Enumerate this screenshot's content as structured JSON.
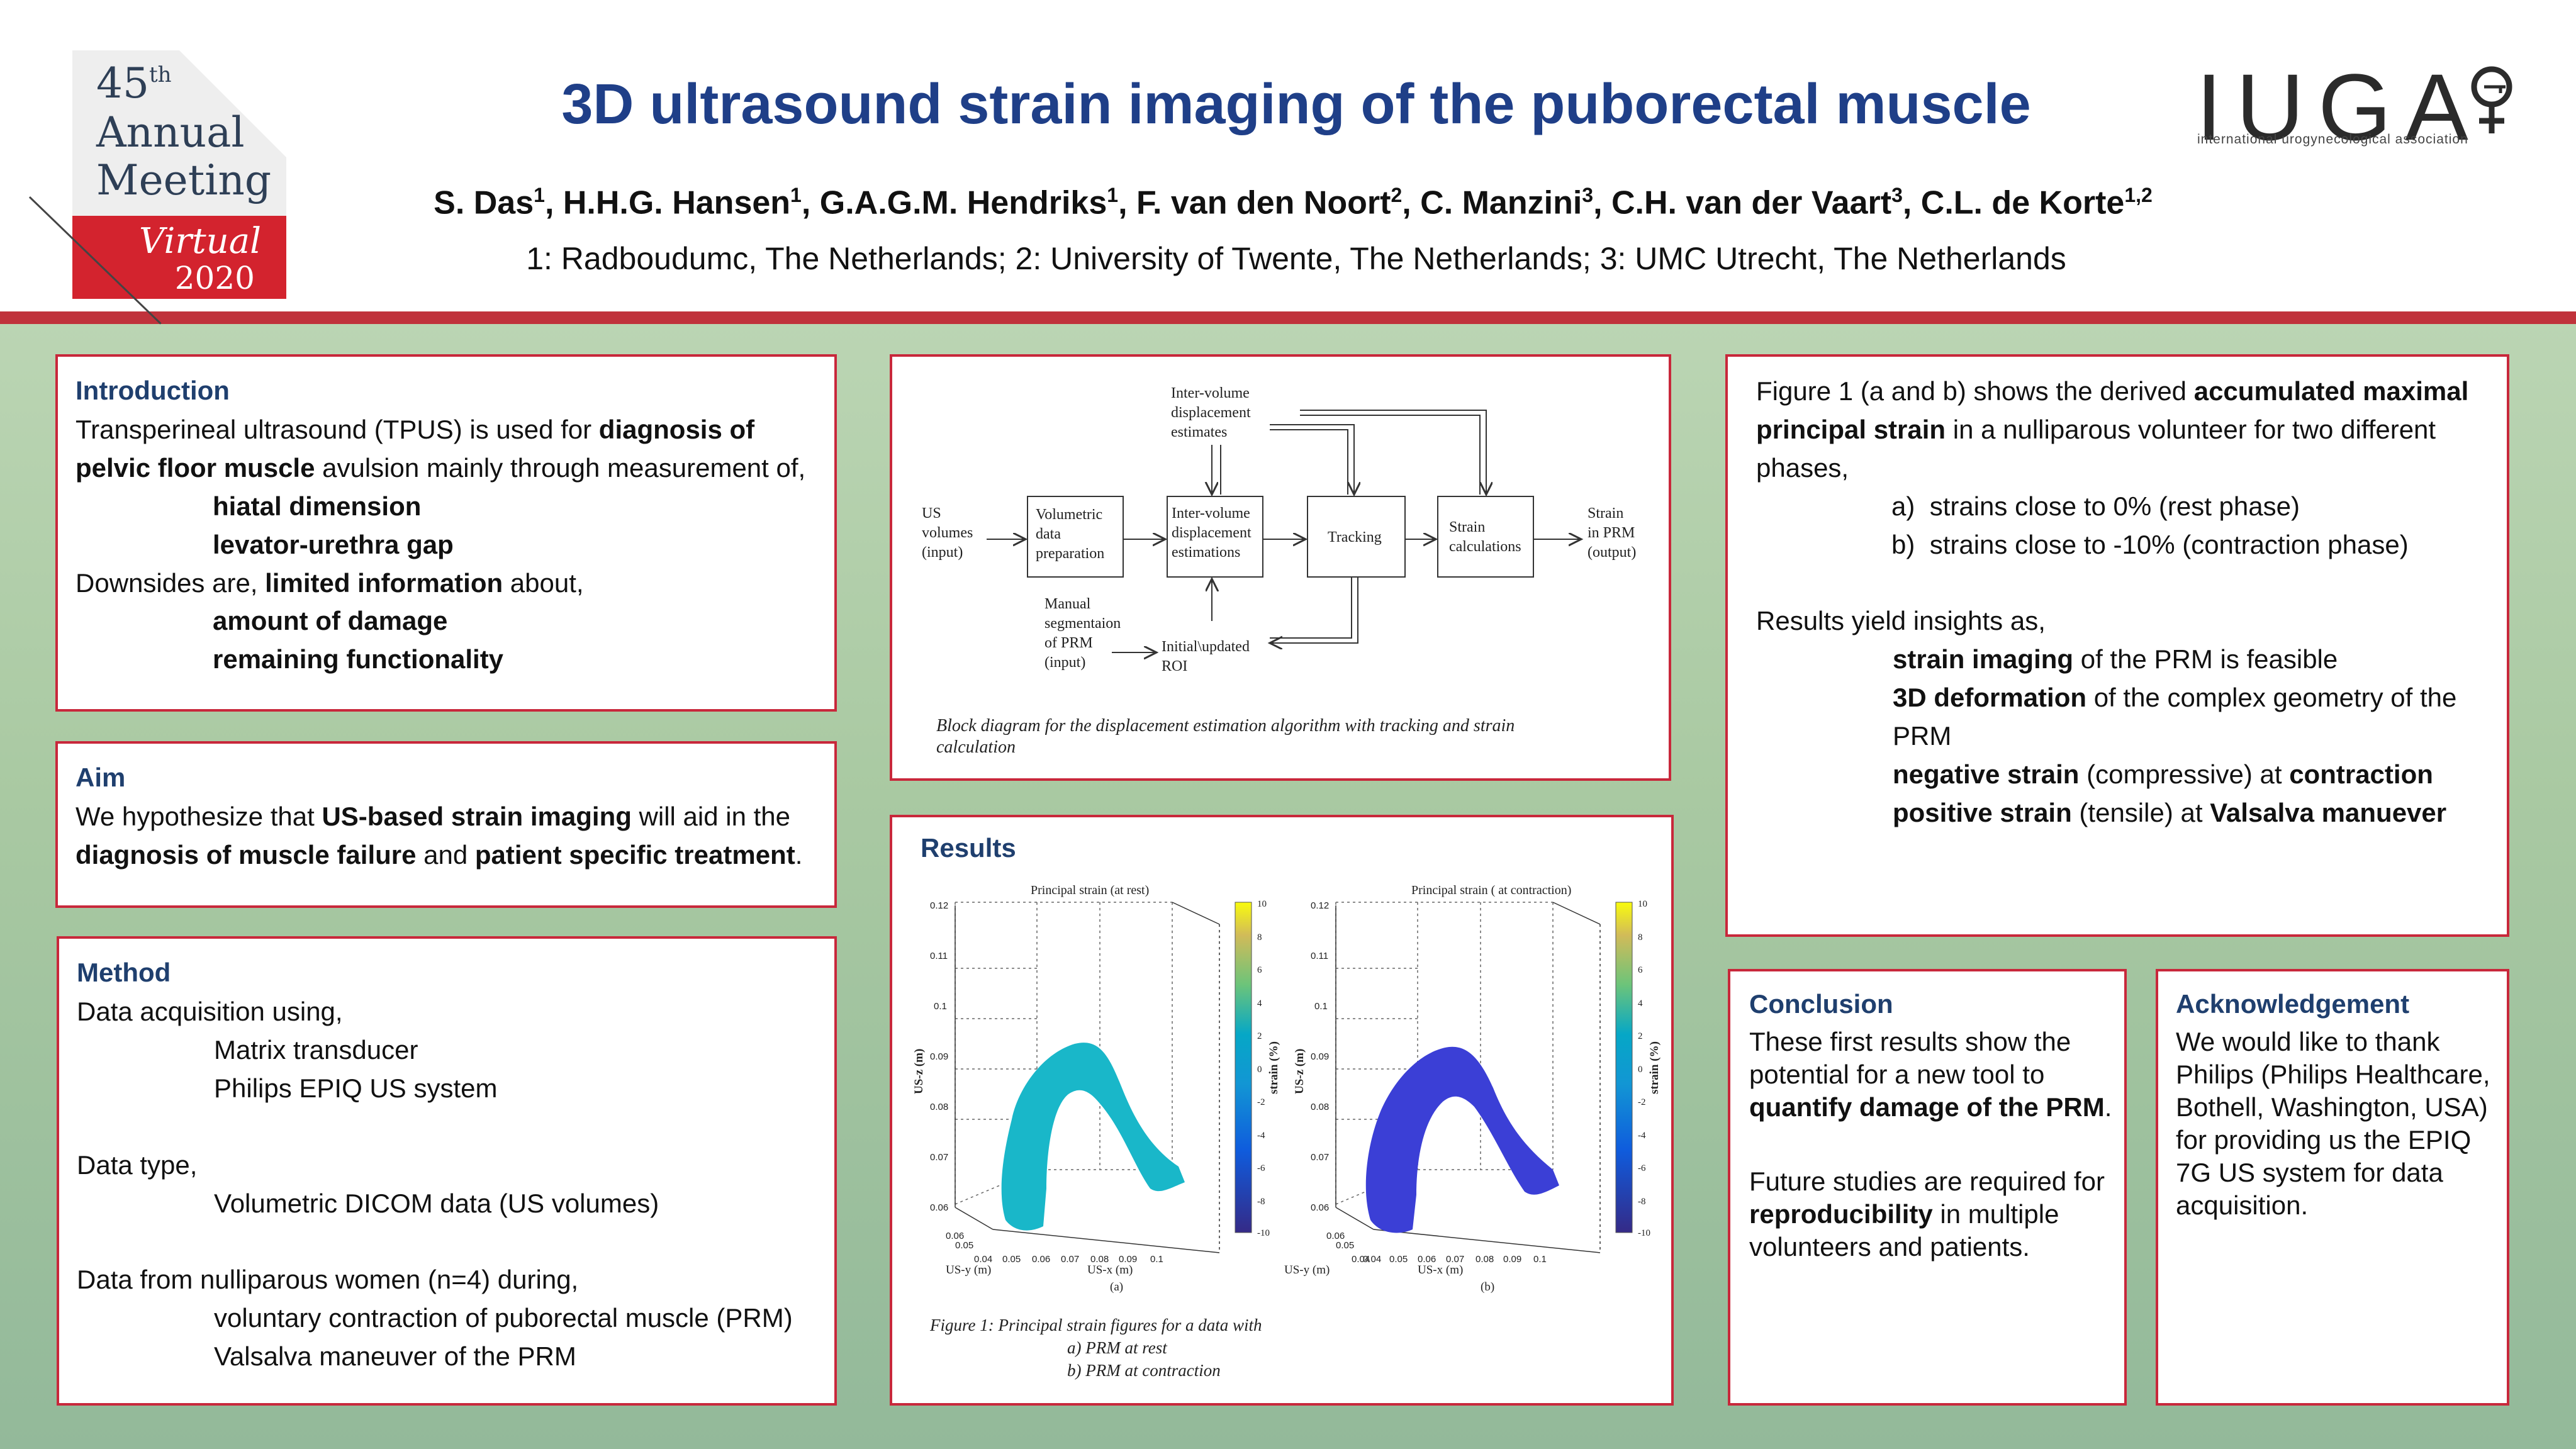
{
  "conference": {
    "number": "45",
    "ordinal": "th",
    "line2": "Annual",
    "line3": "Meeting",
    "virtual": "Virtual",
    "year": "2020"
  },
  "title": "3D ultrasound strain imaging of the puborectal muscle",
  "authors": [
    {
      "name": "S. Das",
      "aff": "1"
    },
    {
      "name": "H.H.G. Hansen",
      "aff": "1"
    },
    {
      "name": "G.A.G.M. Hendriks",
      "aff": "1"
    },
    {
      "name": "F. van den Noort",
      "aff": "2"
    },
    {
      "name": "C. Manzini",
      "aff": "3"
    },
    {
      "name": "C.H. van der Vaart",
      "aff": "3"
    },
    {
      "name": "C.L. de Korte",
      "aff": "1,2"
    }
  ],
  "affiliations": "1: Radboudumc, The Netherlands; 2: University of Twente, The Netherlands; 3: UMC Utrecht, The Netherlands",
  "iuga": {
    "word": "IUGA",
    "subtitle": "international urogynecological association"
  },
  "introduction": {
    "heading": "Introduction",
    "p1a": "Transperineal ultrasound (TPUS) is used for ",
    "p1b": "diagnosis of pelvic floor muscle",
    "p1c": " avulsion mainly through measurement of,",
    "b1": "hiatal dimension",
    "b2": "levator-urethra gap",
    "p2a": "Downsides are, ",
    "p2b": "limited information",
    "p2c": " about,",
    "b3": "amount of damage",
    "b4": "remaining functionality"
  },
  "aim": {
    "heading": "Aim",
    "a": "We hypothesize that ",
    "b": "US-based strain imaging",
    "c": " will aid in the ",
    "d": "diagnosis of muscle failure",
    "e": " and ",
    "f": "patient specific treatment",
    "g": "."
  },
  "method": {
    "heading": "Method",
    "l1": "Data acquisition using,",
    "l2": "Matrix transducer",
    "l3": "Philips EPIQ US system",
    "l4": "Data type,",
    "l5": "Volumetric DICOM data (US volumes)",
    "l6": "Data from nulliparous women (n=4) during,",
    "l7": "voluntary contraction of puborectal muscle (PRM)",
    "l8": "Valsalva maneuver of the PRM"
  },
  "diagram": {
    "input": [
      "US",
      "volumes",
      "(input)"
    ],
    "vol": [
      "Volumetric",
      "data",
      "preparation"
    ],
    "disp": [
      "Inter-volume",
      "displacement",
      "estimations"
    ],
    "est": [
      "Inter-volume",
      "displacement",
      "estimates"
    ],
    "tracking": "Tracking",
    "strain": [
      "Strain",
      "calculations"
    ],
    "output": [
      "Strain",
      "in PRM",
      "(output)"
    ],
    "manual": [
      "Manual",
      "segmentaion",
      "of PRM",
      "(input)"
    ],
    "roi": [
      "Initial\\updated",
      "ROI"
    ],
    "caption": [
      "Block diagram for the displacement estimation algorithm with tracking and strain",
      "calculation"
    ]
  },
  "results": {
    "heading": "Results",
    "plot_a_title": "Principal strain (at rest)",
    "plot_b_title": "Principal strain ( at contraction)",
    "z_label": "US-z (m)",
    "y_label": "US-y (m)",
    "x_label": "US-x (m)",
    "cbar_label": "strain (%)",
    "z_ticks": [
      "0.12",
      "0.11",
      "0.1",
      "0.09",
      "0.08",
      "0.07",
      "0.06"
    ],
    "cbar_ticks": [
      "10",
      "8",
      "6",
      "4",
      "2",
      "0",
      "-2",
      "-4",
      "-6",
      "-8",
      "-10"
    ],
    "y_ticks": [
      "0.06",
      "0.05",
      "0.04"
    ],
    "x_ticks_a": [
      "0.04",
      "0.05",
      "0.06",
      "0.07",
      "0.08",
      "0.09",
      "0.1"
    ],
    "x_ticks_b": [
      "0.04",
      "0.04",
      "0.05",
      "0.06",
      "0.07",
      "0.08",
      "0.09",
      "0.1"
    ],
    "sub_a": "(a)",
    "sub_b": "(b)",
    "caption": [
      "Figure 1: Principal strain figures for a data with",
      "a) PRM at rest",
      "b) PRM at contraction"
    ],
    "colors": {
      "rest": "#19b7c9",
      "contraction": "#3b3fd6"
    }
  },
  "findings": {
    "p1a": "Figure 1 (a and b) shows the derived ",
    "p1b": "accumulated maximal principal strain",
    "p1c": " in a nulliparous volunteer for two different phases,",
    "la": "a)",
    "ta": "strains close to 0% (rest phase)",
    "lb": "b)",
    "tb": "strains close to -10% (contraction phase)",
    "p2": "Results yield insights as,",
    "i1b": "strain imaging",
    "i1": " of the PRM is feasible",
    "i2b": "3D deformation",
    "i2": " of the complex geometry of the PRM",
    "i3b": "negative strain",
    "i3": " (compressive) at ",
    "i3c": "contraction",
    "i4b": "positive strain",
    "i4": " (tensile) at ",
    "i4c": "Valsalva manuever"
  },
  "conclusion": {
    "heading": "Conclusion",
    "p1": "These first results show the potential for a new tool to ",
    "p1b": "quantify damage of the PRM",
    "p1c": ".",
    "p2": "Future studies are required for ",
    "p2b": "reproducibility",
    "p2c": " in multiple volunteers and patients."
  },
  "acknowledgement": {
    "heading": "Acknowledgement",
    "text": "We would like to thank Philips (Philips Healthcare, Bothell, Washington, USA) for providing us the EPIQ 7G US system for data acquisition."
  },
  "theme": {
    "accent_red": "#c8283b",
    "title_blue": "#1f3f88",
    "heading_blue": "#1f3f6e"
  }
}
